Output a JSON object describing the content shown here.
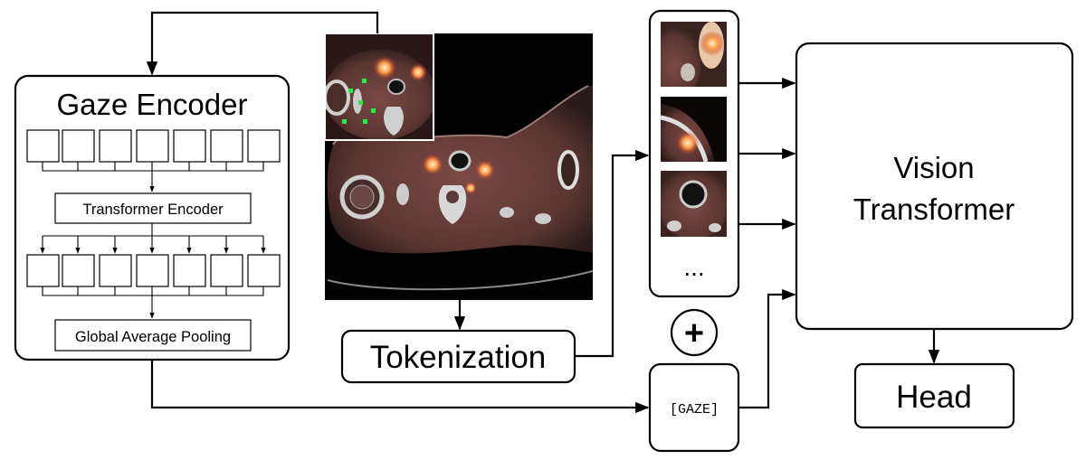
{
  "gaze_encoder": {
    "title": "Gaze Encoder",
    "transformer_label": "Transformer Encoder",
    "pooling_label": "Global Average Pooling"
  },
  "tokenization": {
    "label": "Tokenization"
  },
  "tokens": {
    "ellipsis": "...",
    "plus": "+",
    "gaze_token": "[GAZE]"
  },
  "vision_transformer": {
    "line1": "Vision",
    "line2": "Transformer"
  },
  "head": {
    "label": "Head"
  }
}
